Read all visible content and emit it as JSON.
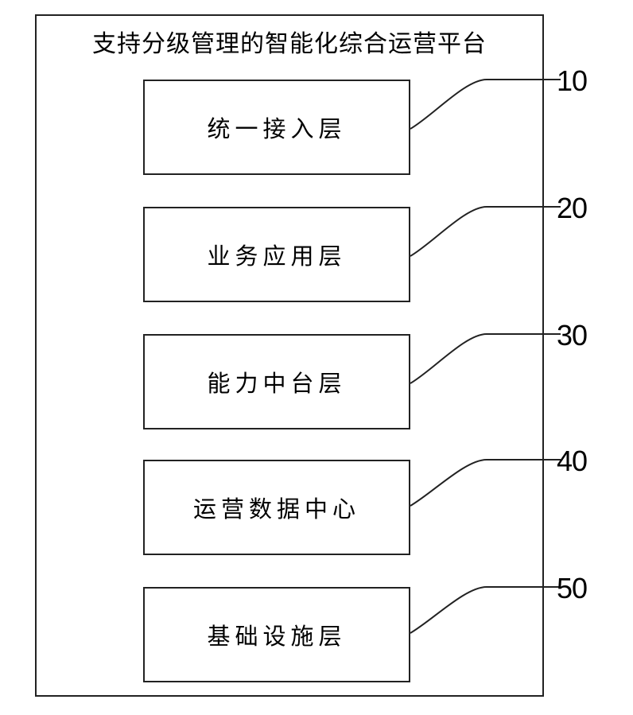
{
  "diagram": {
    "title": "支持分级管理的智能化综合运营平台",
    "layers": [
      {
        "label": "统一接入层",
        "ref": "10"
      },
      {
        "label": "业务应用层",
        "ref": "20"
      },
      {
        "label": "能力中台层",
        "ref": "30"
      },
      {
        "label": "运营数据中心",
        "ref": "40"
      },
      {
        "label": "基础设施层",
        "ref": "50"
      }
    ]
  }
}
